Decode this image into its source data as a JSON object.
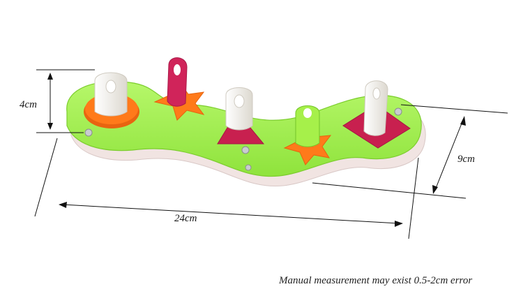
{
  "product": {
    "name": "shape sorting peg board toy",
    "board_color": "#9cf04a",
    "board_base_color": "#f4e8e6",
    "shape_colors": {
      "orange": "#ff7a1a",
      "magenta": "#c8204f",
      "peg_white": "#f3f1ec",
      "peg_green": "#a6f04a",
      "peg_magenta": "#d0245a"
    }
  },
  "dimensions": {
    "height": "4cm",
    "depth": "9cm",
    "width": "24cm"
  },
  "note": "Manual measurement may exist 0.5-2cm error"
}
